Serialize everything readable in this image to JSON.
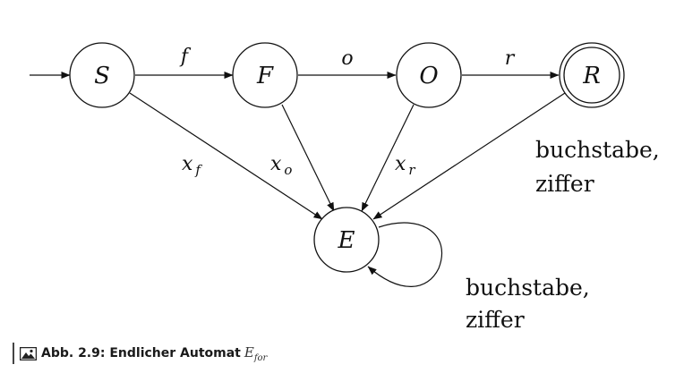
{
  "states": {
    "s": "S",
    "f": "F",
    "o": "O",
    "r": "R",
    "e": "E"
  },
  "transitions": {
    "s_f": "f",
    "f_o": "o",
    "o_r": "r",
    "s_e_base": "x",
    "s_e_sub": "f",
    "f_e_base": "x",
    "f_e_sub": "o",
    "o_e_base": "x",
    "o_e_sub": "r"
  },
  "notes": {
    "r_e": [
      "buchstabe,",
      "ziffer"
    ],
    "e_e": [
      "buchstabe,",
      "ziffer"
    ]
  },
  "caption": {
    "icon": "image-icon",
    "text": "Abb. 2.9: Endlicher Automat",
    "math_base": "E",
    "math_sub": "for"
  }
}
